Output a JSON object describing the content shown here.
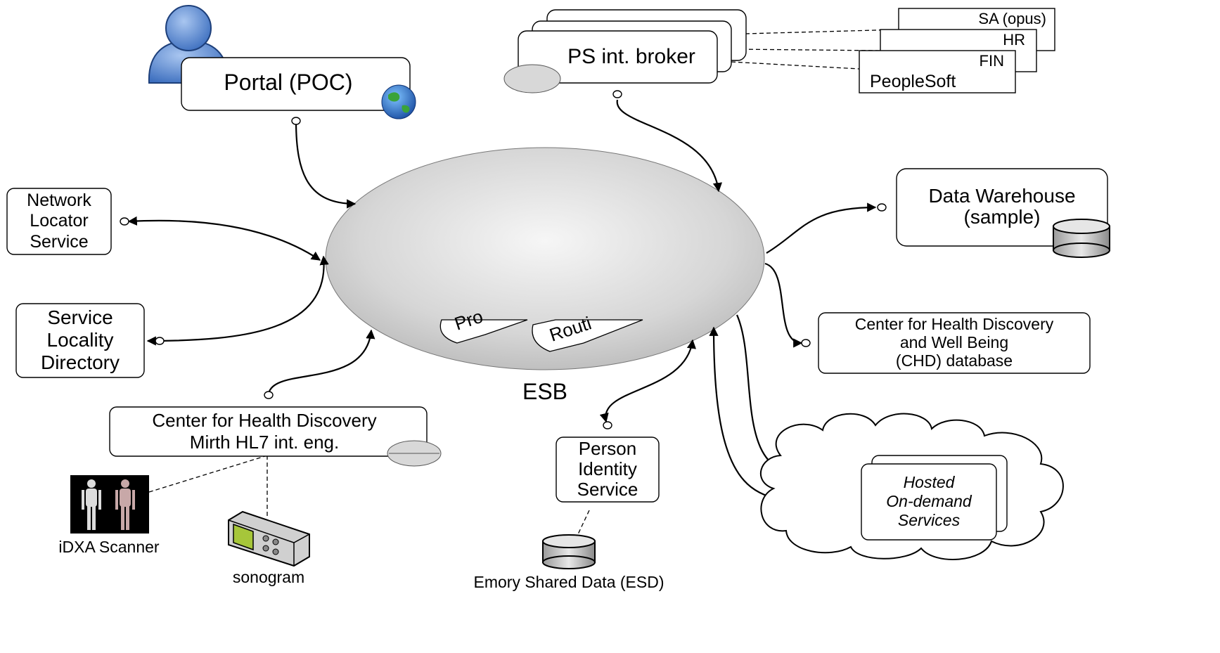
{
  "portal": {
    "label": "Portal (POC)",
    "user_icon": "user-icon",
    "globe_icon": "globe-icon"
  },
  "ps_broker": {
    "label": "PS int. broker"
  },
  "peoplesoft": {
    "stack": [
      "SA (opus)",
      "HR",
      "FIN"
    ],
    "label": "PeopleSoft"
  },
  "network_locator": {
    "lines": [
      "Network",
      "Locator",
      "Service"
    ]
  },
  "service_locality": {
    "lines": [
      "Service",
      "Locality",
      "Directory"
    ]
  },
  "esb": {
    "label": "ESB",
    "chips": [
      "Pro",
      "Routi"
    ]
  },
  "data_warehouse": {
    "lines": [
      "Data Warehouse",
      "(sample)"
    ],
    "icon": "database-icon"
  },
  "chd_database": {
    "lines": [
      "Center for Health Discovery",
      "and Well Being",
      "(CHD) database"
    ]
  },
  "chd_mirth": {
    "lines": [
      "Center for Health Discovery",
      "Mirth HL7 int. eng."
    ]
  },
  "person_identity": {
    "lines": [
      "Person",
      "Identity",
      "Service"
    ]
  },
  "esd": {
    "label": "Emory Shared Data (ESD)",
    "icon": "database-icon"
  },
  "hosted": {
    "lines": [
      "Hosted",
      "On-demand",
      "Services"
    ],
    "icon": "cloud-icon"
  },
  "idxa": {
    "label": "iDXA Scanner",
    "icon": "scanner-image-icon"
  },
  "sonogram": {
    "label": "sonogram",
    "icon": "sonogram-device-icon"
  }
}
